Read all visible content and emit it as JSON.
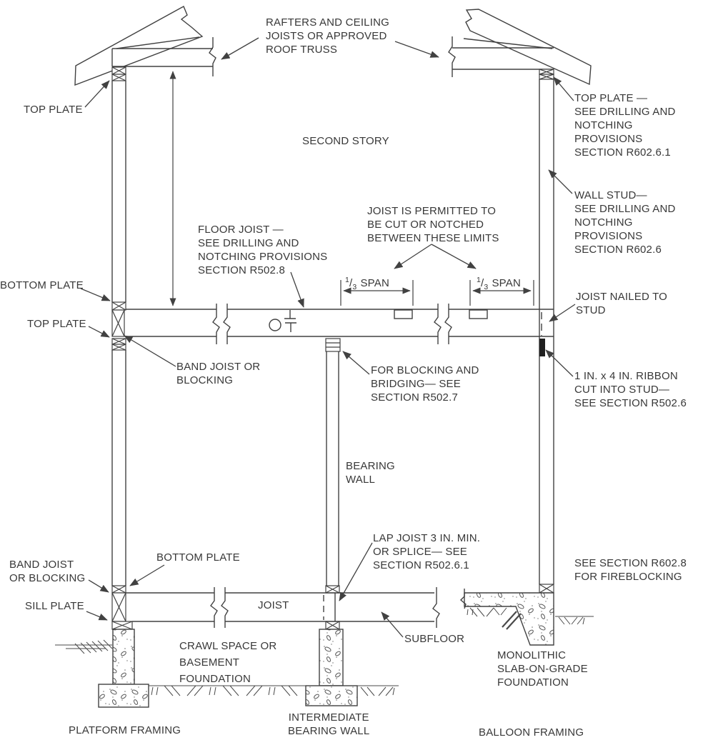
{
  "labels": {
    "rafters": "RAFTERS AND CEILING\nJOISTS OR APPROVED\nROOF TRUSS",
    "top_plate_left": "TOP PLATE",
    "top_plate_right": "TOP PLATE —\nSEE DRILLING AND\nNOTCHING PROVISIONS\nSECTION R602.6.1",
    "second_story": "SECOND STORY",
    "wall_stud": "WALL STUD—\nSEE DRILLING AND\nNOTCHING PROVISIONS\nSECTION R602.6",
    "floor_joist": "FLOOR JOIST —\nSEE DRILLING AND\nNOTCHING PROVISIONS\nSECTION R502.8",
    "joist_cut": "JOIST IS PERMITTED TO\nBE CUT OR NOTCHED\nBETWEEN THESE LIMITS",
    "span_fraction": {
      "num": "1",
      "slash": "/",
      "den": "3",
      "word": "SPAN"
    },
    "bottom_plate_upper": "BOTTOM PLATE",
    "top_plate_mid": "TOP PLATE",
    "joist_nailed": "JOIST NAILED TO\nSTUD",
    "band_joist_upper": "BAND JOIST OR\nBLOCKING",
    "blocking_bridging": "FOR BLOCKING AND\nBRIDGING— SEE\nSECTION R502.7",
    "ribbon": "1 IN. x 4 IN. RIBBON\nCUT INTO STUD—\nSEE SECTION R502.6",
    "bearing_wall": "BEARING\nWALL",
    "lap_joist": "LAP JOIST 3 IN. MIN.\nOR SPLICE— SEE\nSECTION R502.6.1",
    "band_joist_lower": "BAND JOIST\nOR BLOCKING",
    "bottom_plate_lower": "BOTTOM PLATE",
    "sill_plate": "SILL PLATE",
    "fireblocking": "SEE SECTION R602.8\nFOR FIREBLOCKING",
    "joist": "JOIST",
    "crawl_space": "CRAWL SPACE OR\nBASEMENT\nFOUNDATION",
    "subfloor": "SUBFLOOR",
    "monolithic": "MONOLITHIC\nSLAB-ON-GRADE\nFOUNDATION",
    "caption_platform": "PLATFORM FRAMING",
    "caption_intermediate": "INTERMEDIATE\nBEARING WALL",
    "caption_balloon": "BALLOON FRAMING"
  },
  "colors": {
    "line": "#414141",
    "text": "#383838",
    "ribbon_fill": "#1f1f1f",
    "background": "#ffffff"
  }
}
